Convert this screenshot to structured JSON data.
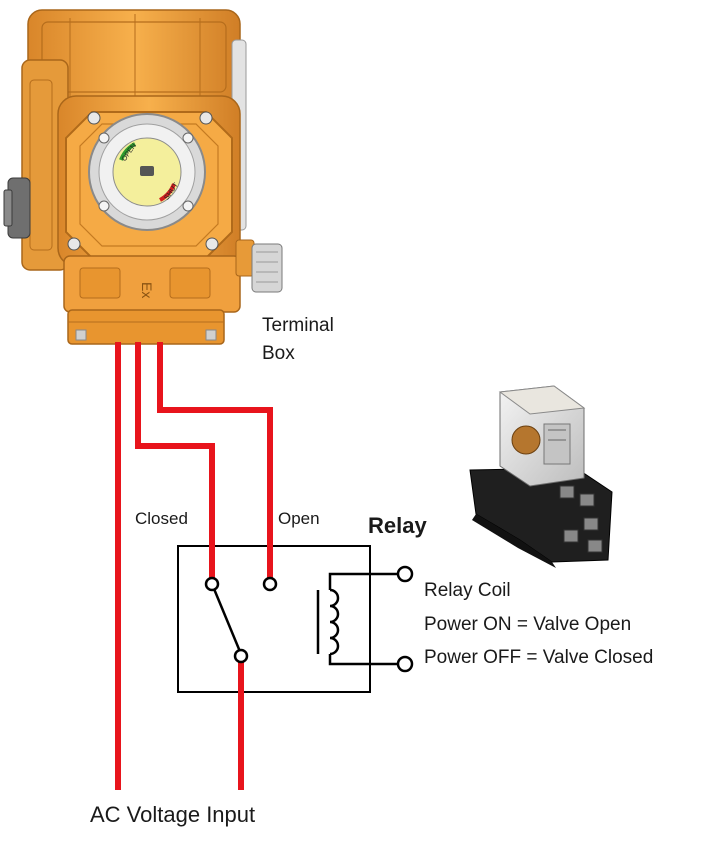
{
  "labels": {
    "terminal_box": [
      "Terminal",
      "Box"
    ],
    "closed": "Closed",
    "open": "Open",
    "relay": "Relay",
    "relay_coil": "Relay Coil",
    "power_on": "Power ON = Valve Open",
    "power_off": "Power OFF = Valve Closed",
    "ac_input": "AC Voltage Input",
    "indicator_open": "OPEN",
    "indicator_shut": "SHUT",
    "ex_mark": "Ex"
  },
  "colors": {
    "wire": "#e8141c",
    "actuator_body": "#f2a23a",
    "actuator_dark": "#c9781c",
    "relay_base": "#1c1c1c"
  }
}
